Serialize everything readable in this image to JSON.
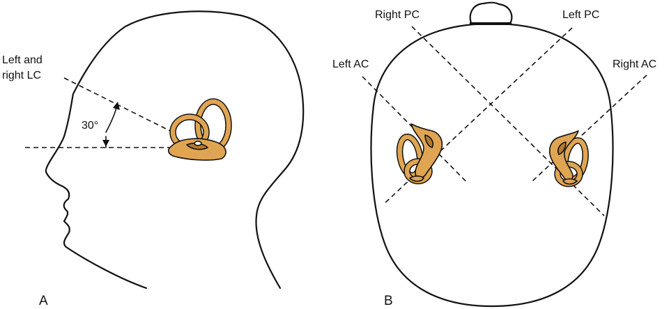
{
  "colors": {
    "ink": "#111111",
    "labyrinth_fill": "#e0a552",
    "labyrinth_shadow": "#b57a2e",
    "background": "#ffffff"
  },
  "panel_a": {
    "panel_label": "A",
    "lc_label_line1": "Left and",
    "lc_label_line2": "right LC",
    "angle_label": "30°"
  },
  "panel_b": {
    "panel_label": "B",
    "right_pc_label": "Right PC",
    "left_pc_label": "Left PC",
    "left_ac_label": "Left AC",
    "right_ac_label": "Right AC"
  }
}
